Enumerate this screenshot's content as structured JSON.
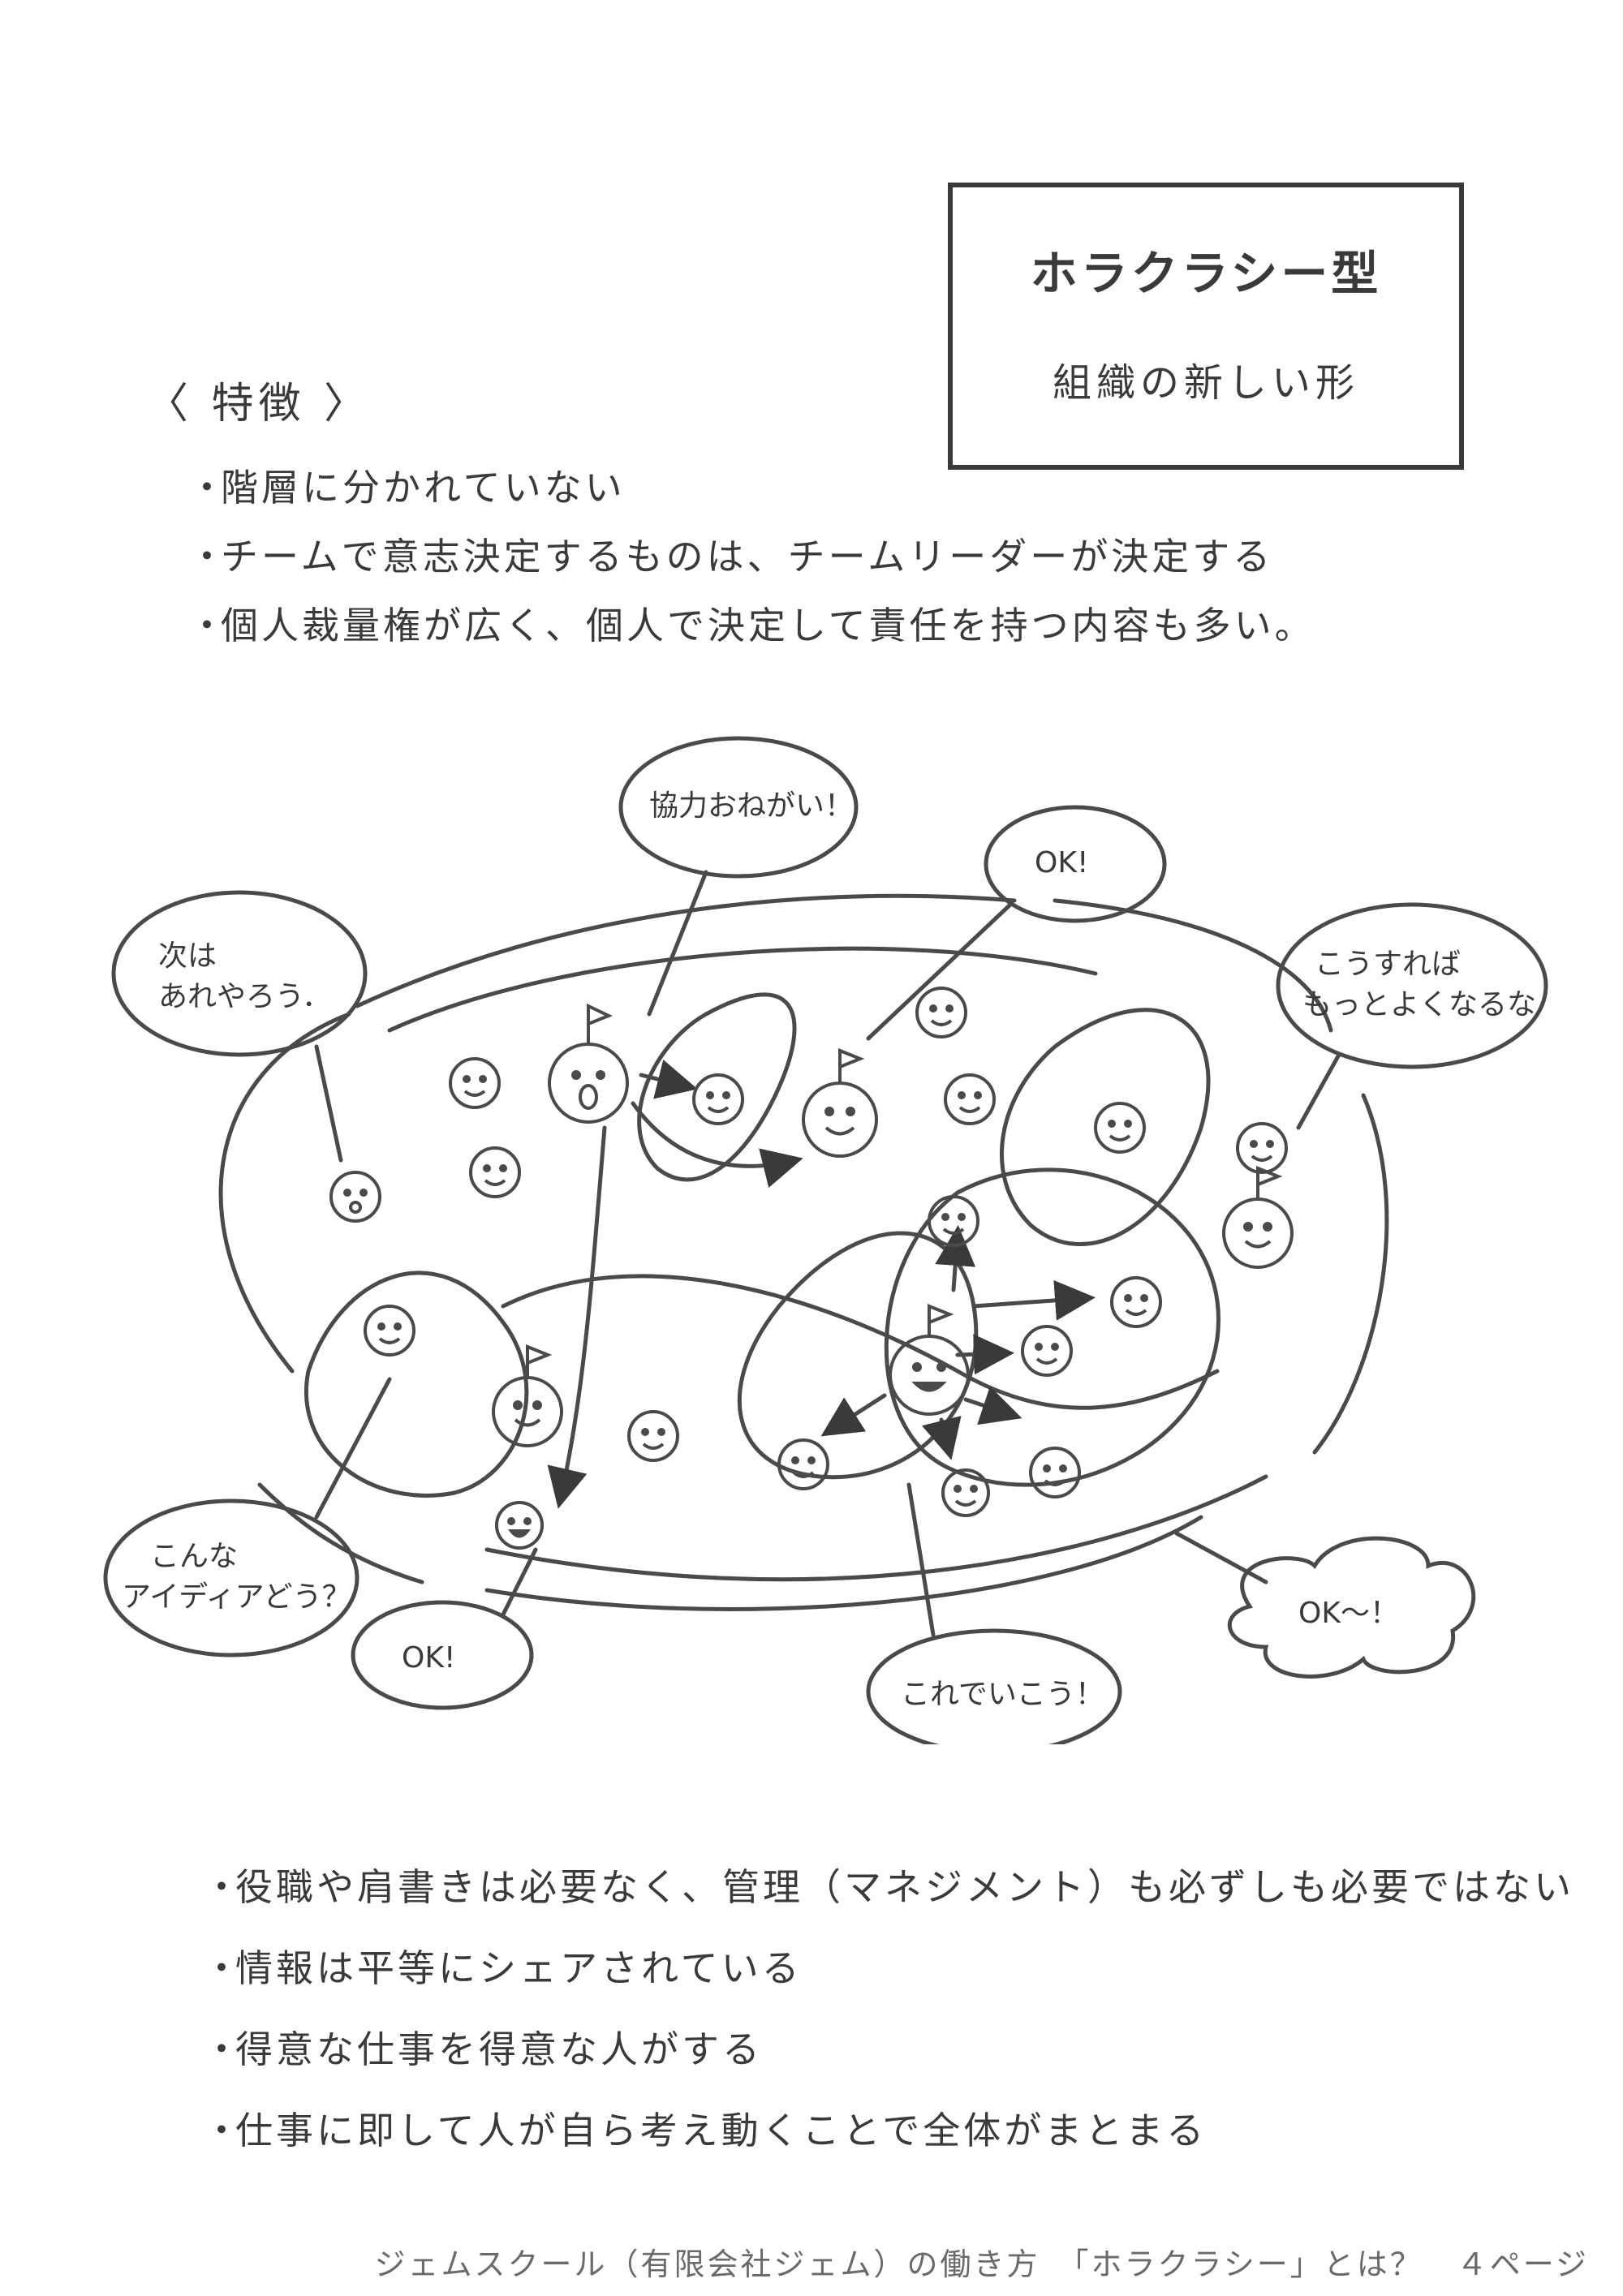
{
  "title_box": {
    "title": "ホラクラシー型",
    "subtitle": "組織の新しい形"
  },
  "features": {
    "heading": "〈 特徴 〉",
    "items": [
      "階層に分かれていない",
      "チームで意志決定するものは、チームリーダーが決定する",
      "個人裁量権が広く、個人で決定して責任を持つ内容も多い。"
    ]
  },
  "diagram": {
    "bubbles": {
      "b1_line1": "次は",
      "b1_line2": "あれやろう．",
      "b2": "協力おねがい！",
      "b3": "OK!",
      "b4_line1": "こうすれば",
      "b4_line2": "もっとよくなるな",
      "b5_line1": "こんな",
      "b5_line2": "アイディアどう？",
      "b6": "OK!",
      "b7": "これでいこう！",
      "b8": "OK～！"
    }
  },
  "characteristics": {
    "items": [
      "役職や肩書きは必要なく、管理（マネジメント）も必ずしも必要ではない",
      "情報は平等にシェアされている",
      "得意な仕事を得意な人がする",
      "仕事に即して人が自ら考え動くことで全体がまとまる"
    ]
  },
  "footer": "ジェムスクール（有限会社ジェム）の働き方　「ホラクラシー」とは？　４ページ"
}
